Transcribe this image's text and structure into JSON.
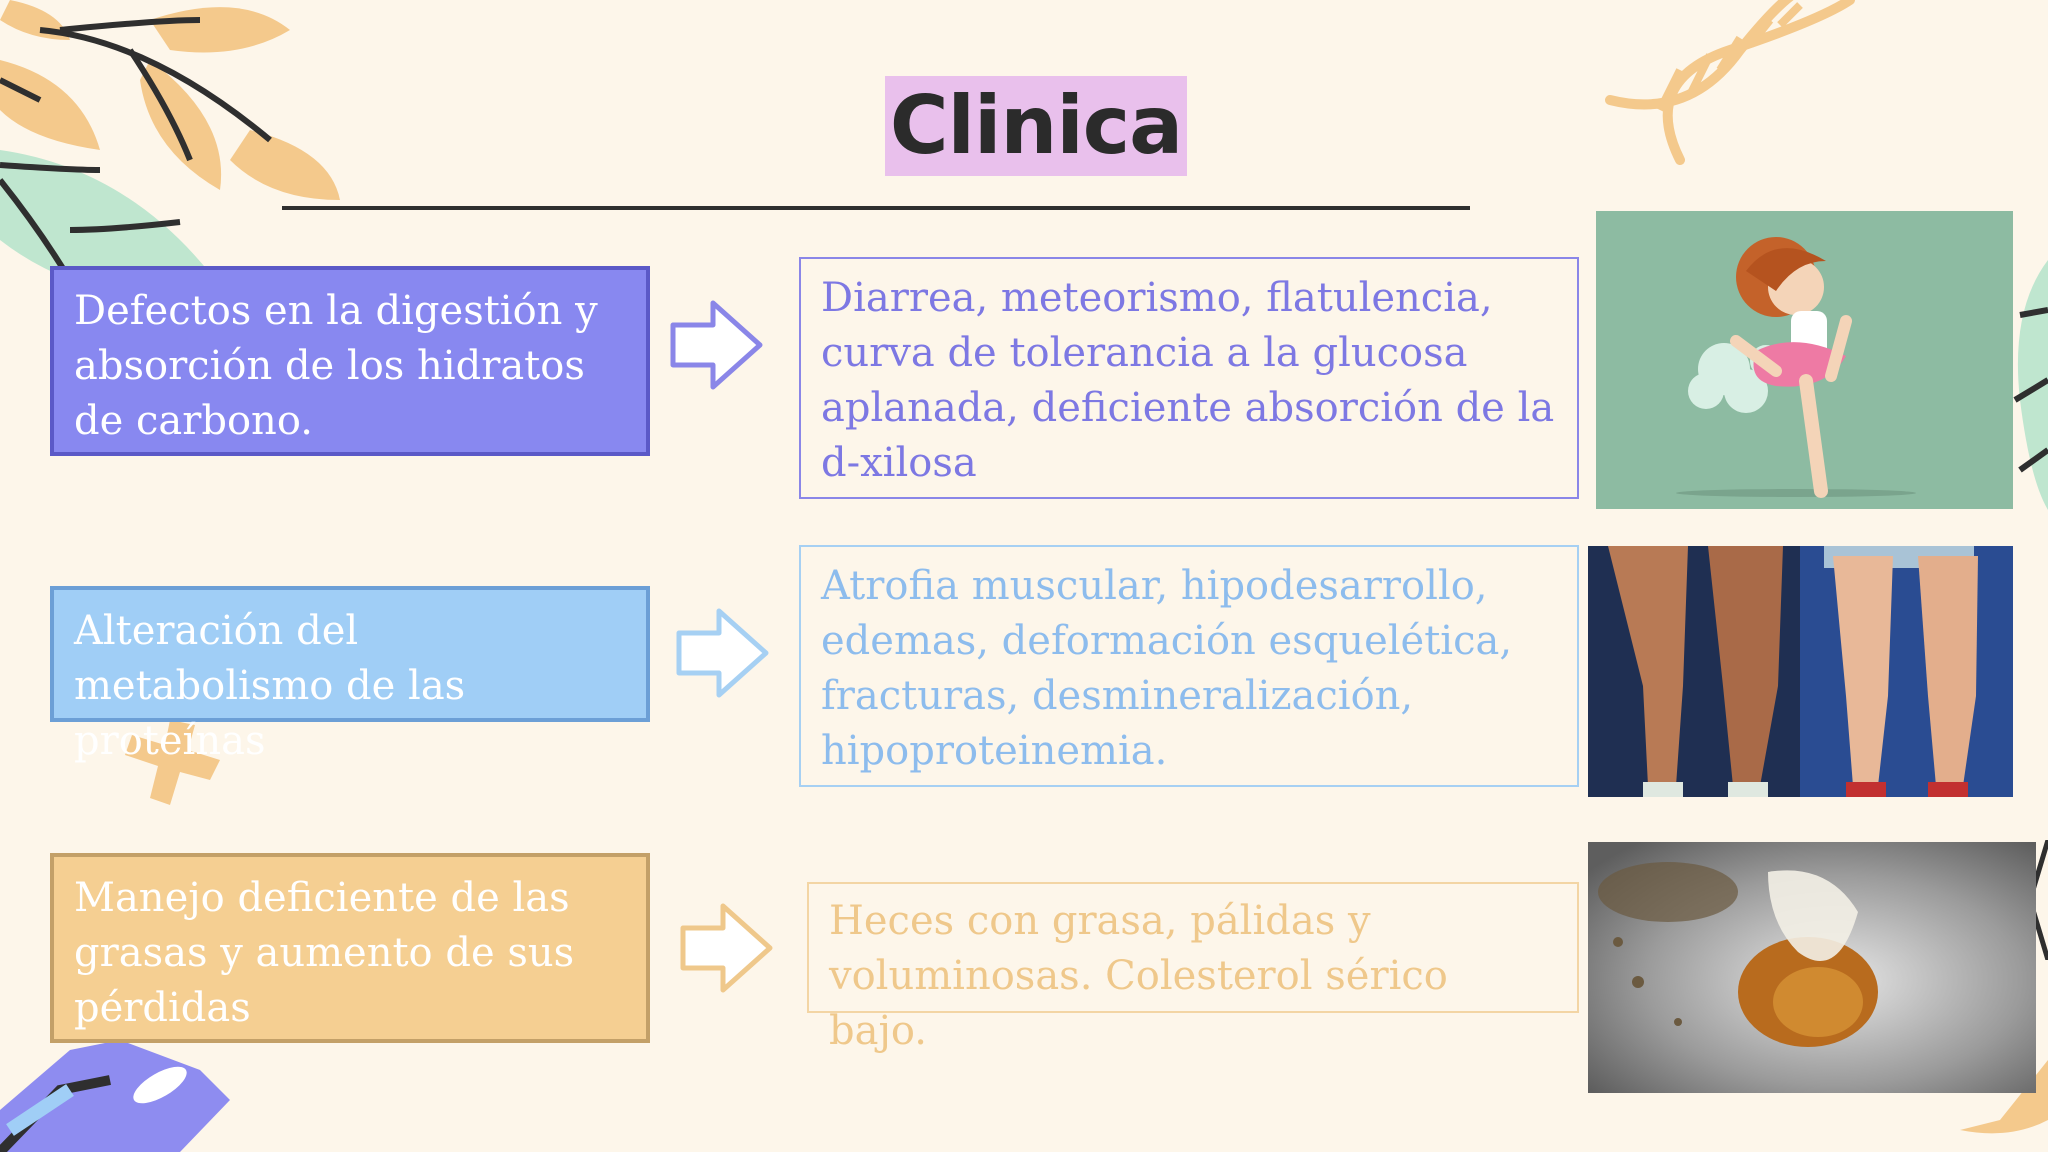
{
  "slide": {
    "title": "Clinica",
    "rows": [
      {
        "category": "Defectos en la digestión y absorción de los hidratos de carbono.",
        "result": "Diarrea, meteorismo, flatulencia, curva de tolerancia a la glucosa aplanada, deficiente absorción de la d-xilosa"
      },
      {
        "category": "Alteración del metabolismo de las proteínas",
        "result": "Atrofia muscular, hipodesarrollo, edemas, deformación esquelética, fracturas, desmineralización, hipoproteinemia."
      },
      {
        "category": "Manejo deficiente de las grasas y aumento de sus pérdidas",
        "result": "Heces con grasa, pálidas y voluminosas. Colesterol sérico bajo."
      }
    ]
  },
  "colors": {
    "background": "#fdf6ea",
    "title_highlight": "#e9c0ec",
    "row1_fill": "#8888f0",
    "row2_fill": "#a0cef6",
    "row3_fill": "#f5cf92"
  },
  "icons": [
    "leaf-decoration-icon",
    "dna-icon",
    "arrow-right-icon",
    "flask-decoration-icon",
    "plus-cross-icon"
  ]
}
